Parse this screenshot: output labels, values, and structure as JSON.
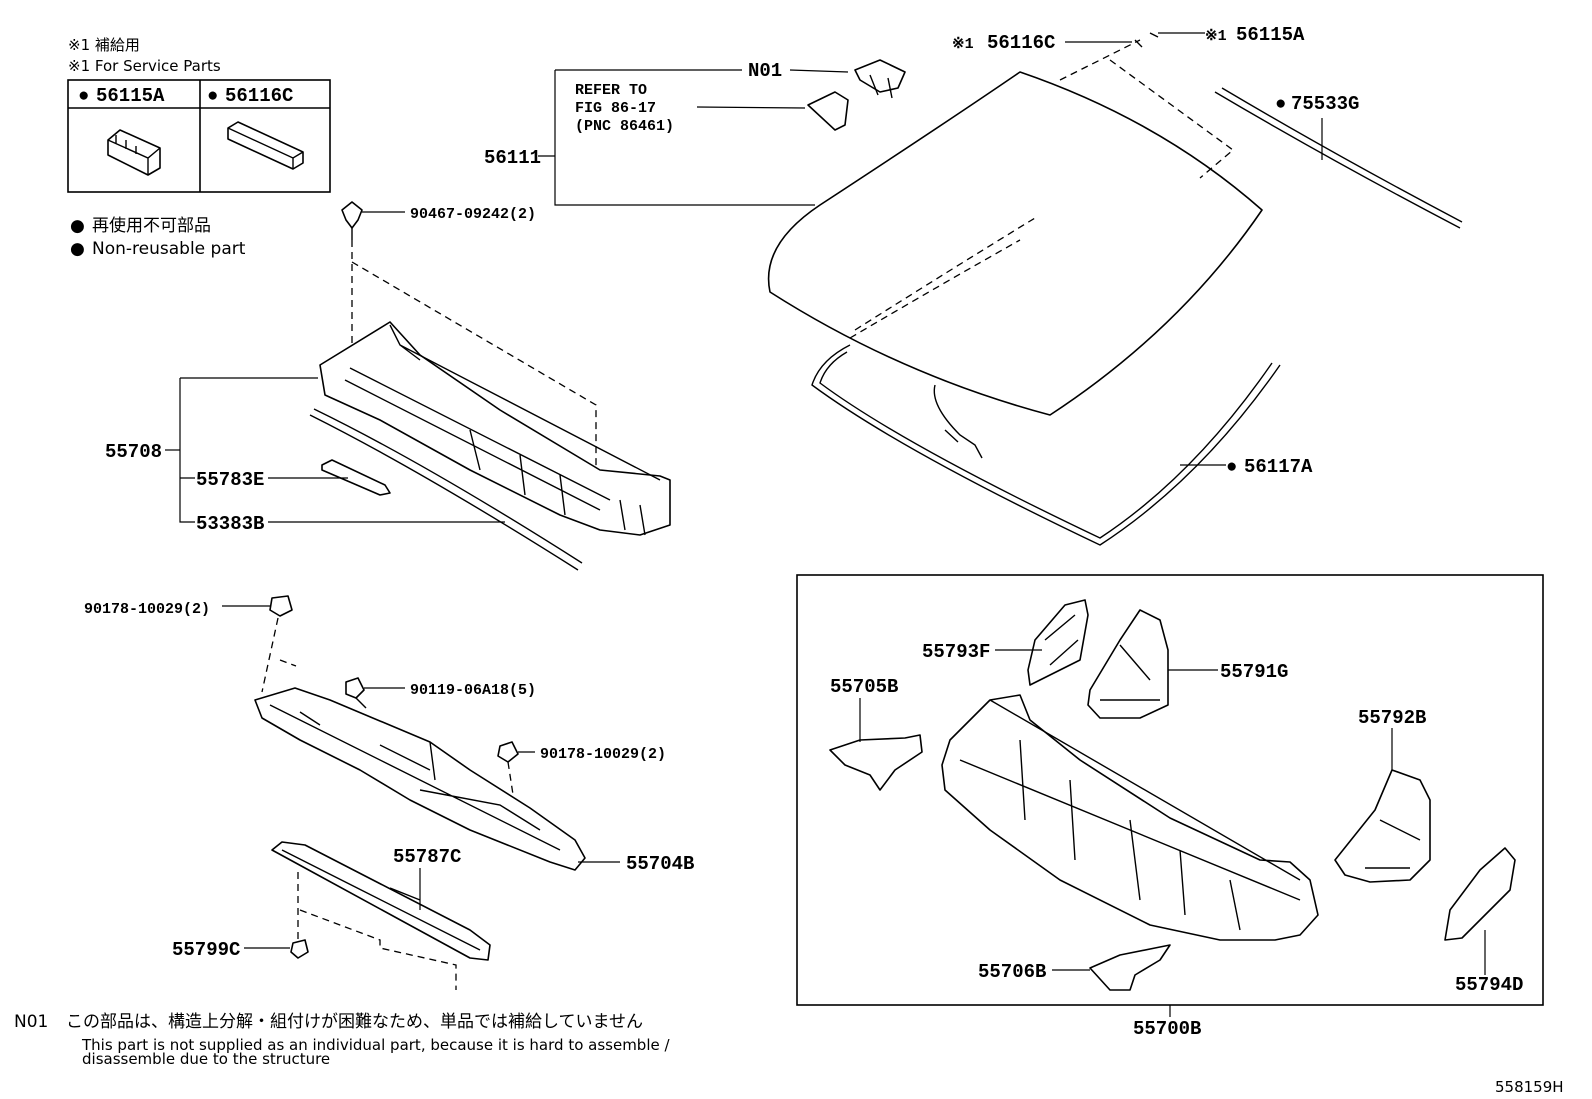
{
  "legend": {
    "service_note_jp": "※1 補給用",
    "service_note_en": "※1 For Service Parts",
    "service_parts": [
      {
        "mark": "●",
        "code": "56115A"
      },
      {
        "mark": "●",
        "code": "56116C"
      }
    ],
    "non_reusable_jp": "再使用不可部品",
    "non_reusable_en": "Non-reusable part"
  },
  "callouts": {
    "p56111": "56111",
    "refer_line1": "REFER TO",
    "refer_line2": "FIG 86-17",
    "refer_line3": "(PNC 86461)",
    "n01": "N01",
    "p56116c_mark": "※1",
    "p56116c": "56116C",
    "p56115a_mark": "※1",
    "p56115a": "56115A",
    "p75533g": "75533G",
    "p56117a": "56117A",
    "clip_90467": "90467-09242(2)",
    "p55708": "55708",
    "p55783e": "55783E",
    "p53383b": "53383B",
    "nut_90178_a": "90178-10029(2)",
    "bolt_90119": "90119-06A18(5)",
    "nut_90178_b": "90178-10029(2)",
    "p55704b": "55704B",
    "p55787c": "55787C",
    "p55799c": "55799C",
    "p55793f": "55793F",
    "p55791g": "55791G",
    "p55705b": "55705B",
    "p55792b": "55792B",
    "p55706b": "55706B",
    "p55794d": "55794D",
    "p55700b": "55700B",
    "non_reusable_mark": "●"
  },
  "footnote": {
    "code": "N01",
    "jp": "この部品は、構造上分解・組付けが困難なため、単品では補給していません",
    "en_line1": "This part is not supplied as an individual part, because it is hard to assemble /",
    "en_line2": "disassemble due to the structure"
  },
  "figure_id": "558159H"
}
